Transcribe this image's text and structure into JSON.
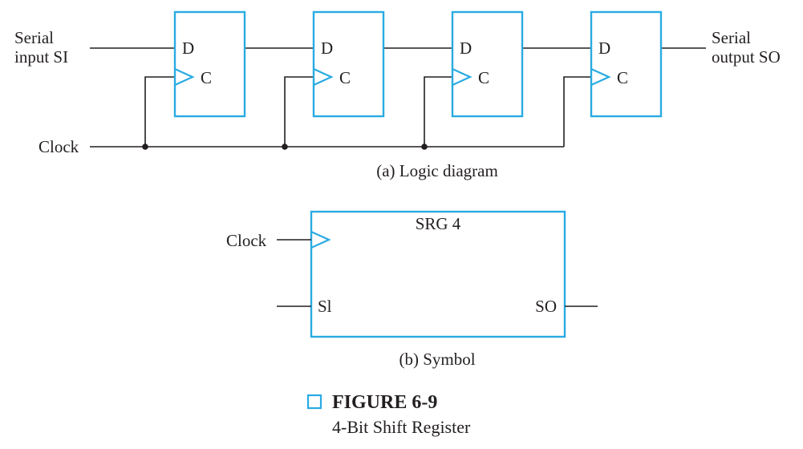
{
  "logic": {
    "input_label_line1": "Serial",
    "input_label_line2": "input SI",
    "output_label_line1": "Serial",
    "output_label_line2": "output SO",
    "clock_label": "Clock",
    "flipflops": [
      {
        "d_label": "D",
        "c_label": "C"
      },
      {
        "d_label": "D",
        "c_label": "C"
      },
      {
        "d_label": "D",
        "c_label": "C"
      },
      {
        "d_label": "D",
        "c_label": "C"
      }
    ],
    "caption": "(a) Logic diagram"
  },
  "symbol": {
    "title": "SRG 4",
    "clock_label": "Clock",
    "si_label": "Sl",
    "so_label": "SO",
    "caption": "(b) Symbol"
  },
  "figure": {
    "number": "FIGURE 6-9",
    "title": "4-Bit Shift Register"
  },
  "colors": {
    "accent": "#29abe2",
    "ink": "#231f20"
  }
}
